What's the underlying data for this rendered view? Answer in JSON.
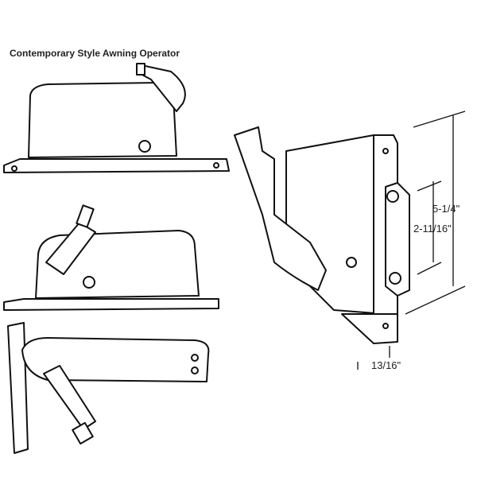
{
  "title": "Contemporary Style Awning Operator",
  "dimensions": {
    "overall_height": "5-1/4\"",
    "hole_spacing": "2-11/16\"",
    "width": "13/16\""
  }
}
